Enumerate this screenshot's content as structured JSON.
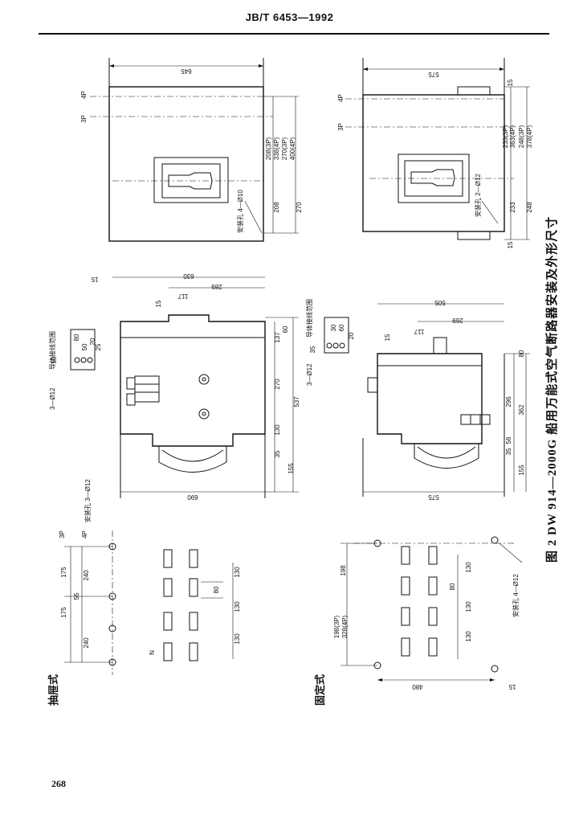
{
  "header": {
    "title": "JB/T 6453—1992"
  },
  "page_number": "268",
  "figure": {
    "caption": "图 2  DW 914—2000G 船用万能式空气断路器安装及外形尺寸"
  },
  "views": {
    "drawout": {
      "mode_label": "抽屉式",
      "top_dims": [
        "645",
        "208(3P)",
        "338(4P)",
        "270(3P)",
        "400(4P)",
        "208",
        "270"
      ],
      "top_markers": [
        "4P",
        "3P"
      ],
      "top_hole_label": "安装孔 4—Ø10",
      "side_dims": [
        "630",
        "289",
        "117",
        "15",
        "15",
        "690",
        "537",
        "137",
        "60",
        "270",
        "130",
        "35",
        "155"
      ],
      "conductor_label": "导体接线范围",
      "conductor_dims": [
        "80",
        "50",
        "20",
        "50",
        "25"
      ],
      "side_hole_label": "3—Ø12",
      "front_markers": [
        "3P",
        "4P"
      ],
      "front_hole_label": "安装孔 3—Ø12",
      "front_dims": [
        "175",
        "175",
        "240",
        "55",
        "240",
        "130",
        "80",
        "130",
        "130"
      ],
      "neutral_label": "N"
    },
    "fixed": {
      "mode_label": "固定式",
      "top_dims": [
        "575",
        "15",
        "233(3P)",
        "363(4P)",
        "248(3P)",
        "378(4P)",
        "233",
        "248",
        "15"
      ],
      "top_markers": [
        "4P",
        "3P"
      ],
      "top_hole_label": "安装孔 2—Ø12",
      "side_dims": [
        "505",
        "269",
        "117",
        "15",
        "575",
        "80",
        "296",
        "362",
        "56",
        "35",
        "155"
      ],
      "conductor_label": "导体接线范围",
      "conductor_dims": [
        "60",
        "30",
        "20",
        "35"
      ],
      "side_hole_label": "3—Ø12",
      "front_hole_label": "安装孔 4—Ø12",
      "front_dims": [
        "198",
        "198(3P)",
        "328(4P)",
        "130",
        "80",
        "130",
        "130",
        "480",
        "15"
      ]
    }
  }
}
